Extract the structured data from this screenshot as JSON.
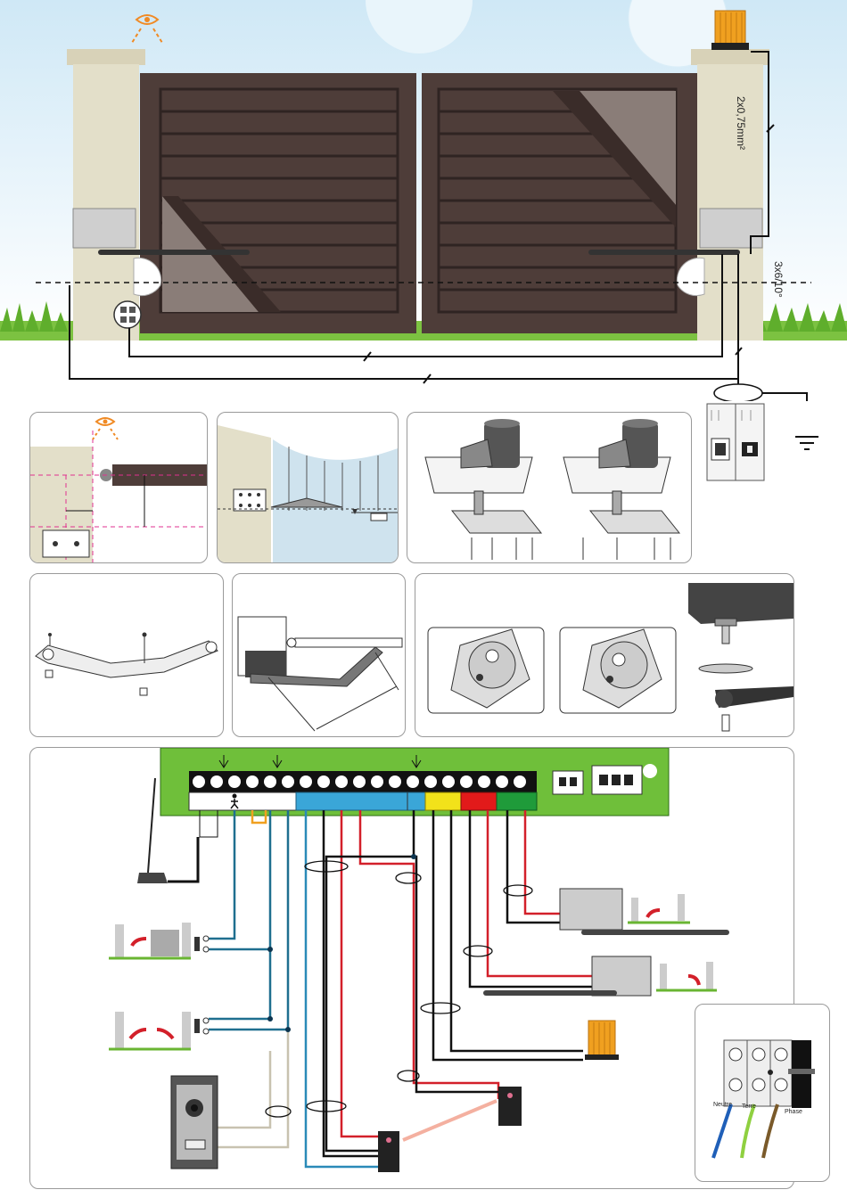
{
  "colors": {
    "sky": "#d6ecf7",
    "gate": "#4e3d39",
    "gate_dark": "#3a2c29",
    "pillar": "#e0dcc8",
    "grass": "#69b532",
    "board": "#6fbf3a",
    "terminal_blue": "#3aa6d8",
    "terminal_yellow": "#f2e21a",
    "terminal_red": "#e21a1a",
    "terminal_green": "#1f9b3a",
    "wire_red": "#d3202a",
    "wire_black": "#111111",
    "wire_blue": "#2a8ab8",
    "wire_teal": "#1f6f8f",
    "wire_grey": "#c8c2b0",
    "orange": "#f08a24",
    "pink_dash": "#e03090"
  },
  "overview": {
    "cable_flashlight": "2x0,75mm²",
    "cable_motor": "3x6/10°"
  },
  "wiring_detail": {
    "neutral_label": "Neutre",
    "earth_label": "Terre",
    "phase_label": "Phase"
  },
  "icons": {
    "eye_top": "eye-icon",
    "eye_detail": "eye-icon",
    "flashlight": "flashing-light-icon",
    "ground": "ground-icon",
    "antenna": "antenna-icon",
    "pedestrian": "pedestrian-icon",
    "arrow": "arrow-icon"
  }
}
